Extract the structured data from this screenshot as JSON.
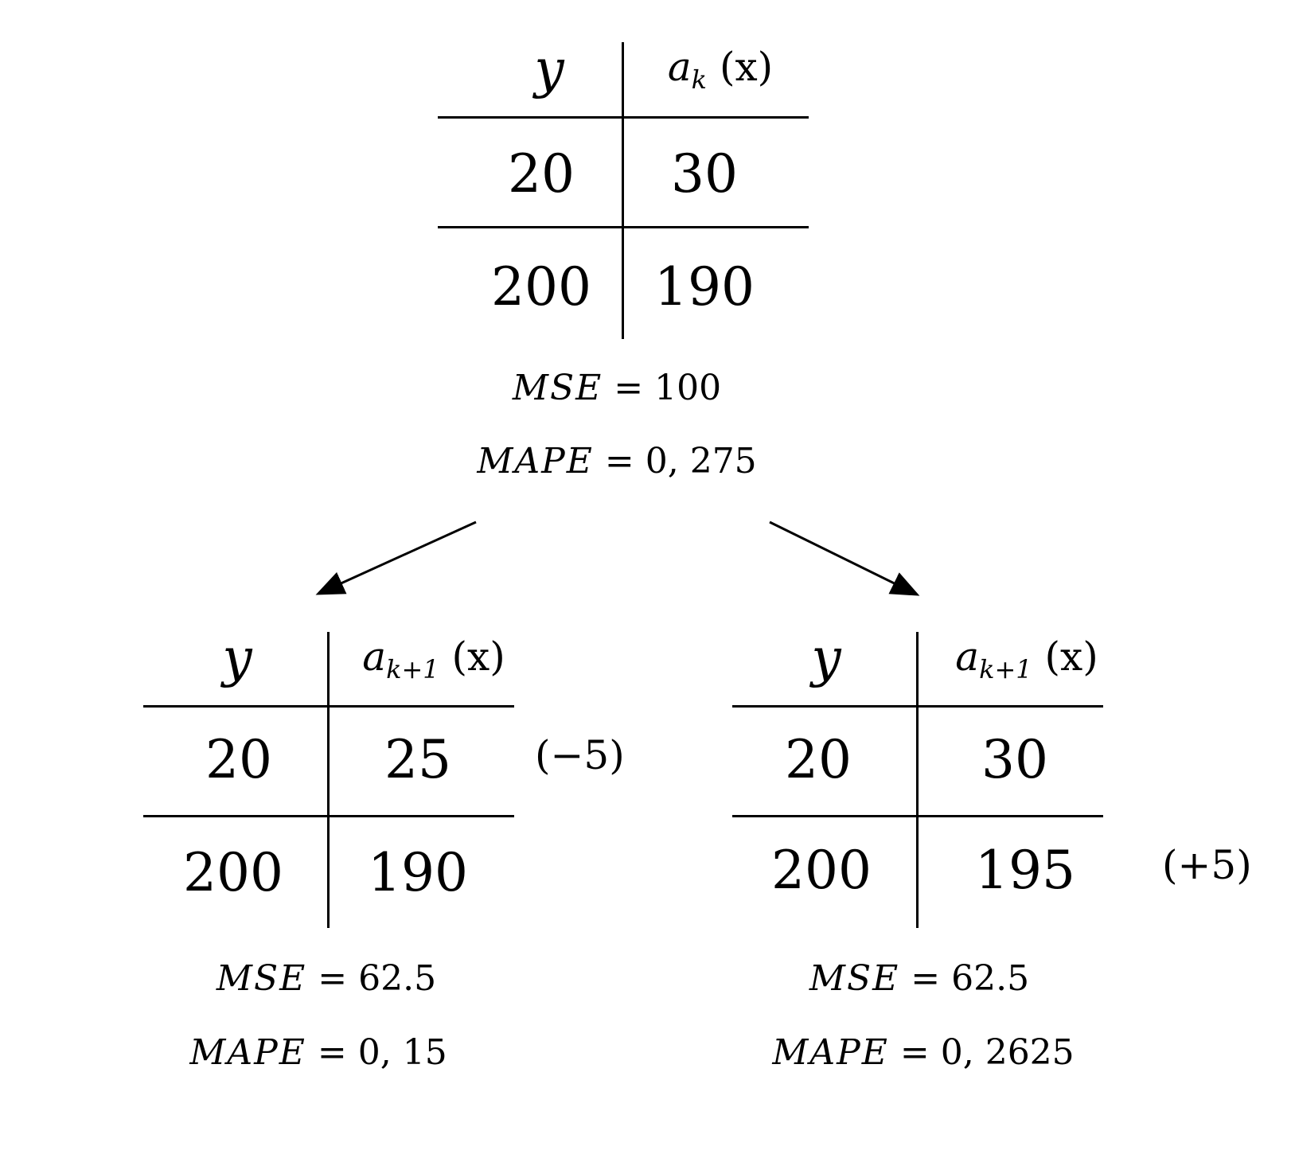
{
  "top_table": {
    "col_y": "y",
    "col_a_base": "a",
    "col_a_sub": "k",
    "col_a_arg": "(x)",
    "rows": [
      {
        "y": "20",
        "a": "30"
      },
      {
        "y": "200",
        "a": "190"
      }
    ],
    "mse_label": "MSE",
    "mse_value": "= 100",
    "mape_label": "MAPE",
    "mape_value": "= 0, 275"
  },
  "left_table": {
    "col_y": "y",
    "col_a_base": "a",
    "col_a_sub": "k+1",
    "col_a_arg": "(x)",
    "rows": [
      {
        "y": "20",
        "a": "25"
      },
      {
        "y": "200",
        "a": "190"
      }
    ],
    "note": "(−5)",
    "mse_label": "MSE",
    "mse_value": "= 62.5",
    "mape_label": "MAPE",
    "mape_value": "= 0, 15"
  },
  "right_table": {
    "col_y": "y",
    "col_a_base": "a",
    "col_a_sub": "k+1",
    "col_a_arg": "(x)",
    "rows": [
      {
        "y": "20",
        "a": "30"
      },
      {
        "y": "200",
        "a": "195"
      }
    ],
    "note": "(+5)",
    "mse_label": "MSE",
    "mse_value": "= 62.5",
    "mape_label": "MAPE",
    "mape_value": "= 0, 2625"
  }
}
